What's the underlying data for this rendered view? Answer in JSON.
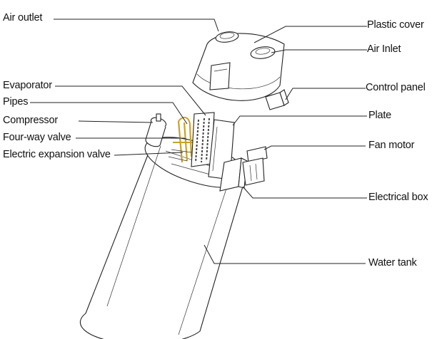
{
  "labels": {
    "air_outlet": "Air outlet",
    "plastic_cover": "Plastic cover",
    "air_inlet": "Air Inlet",
    "evaporator": "Evaporator",
    "pipes": "Pipes",
    "compressor": "Compressor",
    "four_way_valve": "Four-way valve",
    "electric_expansion_valve": "Electric expansion valve",
    "control_panel": "Control panel",
    "plate": "Plate",
    "fan_motor": "Fan motor",
    "electrical_box": "Electrical box",
    "water_tank": "Water tank"
  },
  "colors": {
    "line": "#222222",
    "text": "#111111",
    "background": "#ffffff",
    "coil_accent": "#c9a227"
  }
}
